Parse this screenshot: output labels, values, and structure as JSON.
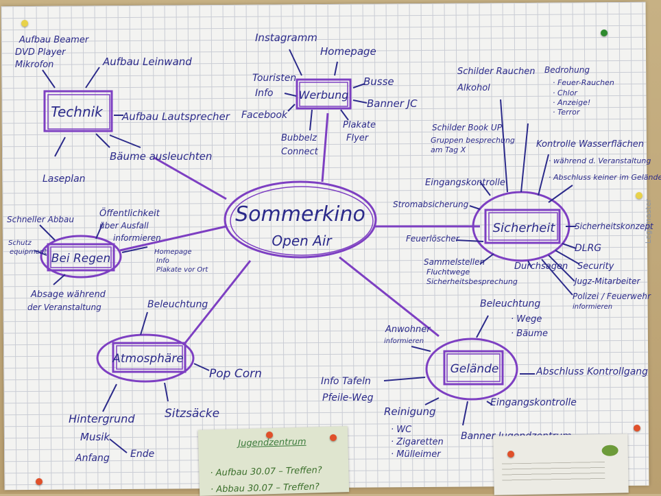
{
  "center": {
    "line1": "Sommerkino",
    "line2": "Open Air"
  },
  "technik": {
    "label": "Technik",
    "items": [
      "Aufbau Beamer",
      "DVD Player",
      "Mikrofon",
      "Aufbau Leinwand",
      "Aufbau Lautsprecher",
      "Bäume ausleuchten",
      "Laseplan"
    ]
  },
  "werbung": {
    "label": "Werbung",
    "items": [
      "Instagramm",
      "Homepage",
      "Touristen",
      "Info",
      "Busse",
      "Banner JC",
      "Facebook",
      "Bubbelz",
      "Connect",
      "Plakate",
      "Flyer"
    ]
  },
  "sicherheit": {
    "label": "Sicherheit",
    "items": [
      "Schilder Rauchen",
      "Alkohol",
      "Bedrohung",
      "· Feuer-Rauchen",
      "· Chlor",
      "· Anzeige!",
      "· Terror",
      "Schilder Book UP",
      "Gruppen besprechung",
      "am Tag X",
      "Kontrolle Wasserflächen",
      "· während d. Veranstaltung",
      "· Abschluss keiner im Gelände",
      "Eingangskontrolle",
      "Stromabsicherung",
      "Sicherheitskonzept",
      "Feuerlöscher",
      "DLRG",
      "Sammelstellen",
      "Fluchtwege",
      "Sicherheitsbesprechung",
      "Durchsagen",
      "Security",
      "Jugz-Mitarbeiter",
      "Polizei / Feuerwehr",
      "informieren"
    ]
  },
  "regen": {
    "label": "Bei Regen",
    "items": [
      "Schneller Abbau",
      "Öffentlichkeit",
      "über Ausfall",
      "informieren",
      "Schutz",
      "equipment",
      "Absage während",
      "der Veranstaltung",
      "Homepage",
      "Info",
      "Plakate vor Ort"
    ]
  },
  "atmosphaere": {
    "label": "Atmosphäre",
    "items": [
      "Beleuchtung",
      "Pop Corn",
      "Sitzsäcke",
      "Hintergrund",
      "Musik",
      "Anfang",
      "Ende"
    ]
  },
  "gelaende": {
    "label": "Gelände",
    "items": [
      "Beleuchtung",
      "· Wege",
      "· Bäume",
      "Anwohner",
      "informieren",
      "Abschluss Kontrollgang",
      "Info Tafeln",
      "Pfeile-Weg",
      "Eingangskontrolle",
      "Reinigung",
      "· WC",
      "· Zigaretten",
      "· Mülleimer",
      "Banner Jugendzentrum"
    ]
  },
  "note_left": {
    "title": "Jugendzentrum",
    "line1": "· Aufbau 30.07 – Treffen?",
    "line2": "· Abbau 30.07 – Treffen?"
  },
  "side_brand": "Legamaster",
  "colors": {
    "ink": "#2b2a8a",
    "marker": "#7d3fc2",
    "paper": "#f3f3f1",
    "board": "#c9b48a"
  }
}
